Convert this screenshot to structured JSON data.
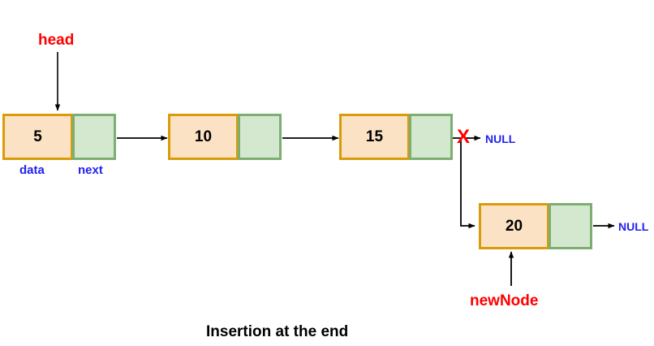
{
  "diagram": {
    "title": "Insertion at the end",
    "colors": {
      "node_border": "#d99c09",
      "node_fill": "#fce2c4",
      "next_border": "#7cae72",
      "next_fill": "#d4e8d0",
      "pointer_label": "#ff0000",
      "field_label": "#2222ee",
      "null_label": "#2222ee",
      "arrow": "#000000",
      "break_mark": "#ff0000"
    },
    "nodes": [
      {
        "value": "5",
        "data_label": "data",
        "next_label": "next"
      },
      {
        "value": "10",
        "data_label": "",
        "next_label": ""
      },
      {
        "value": "15",
        "data_label": "",
        "next_label": ""
      },
      {
        "value": "20",
        "data_label": "",
        "next_label": ""
      }
    ],
    "pointers": {
      "head": "head",
      "new_node": "newNode"
    },
    "terminators": {
      "old_null": "NULL",
      "new_null": "NULL"
    },
    "break_mark": "X"
  }
}
